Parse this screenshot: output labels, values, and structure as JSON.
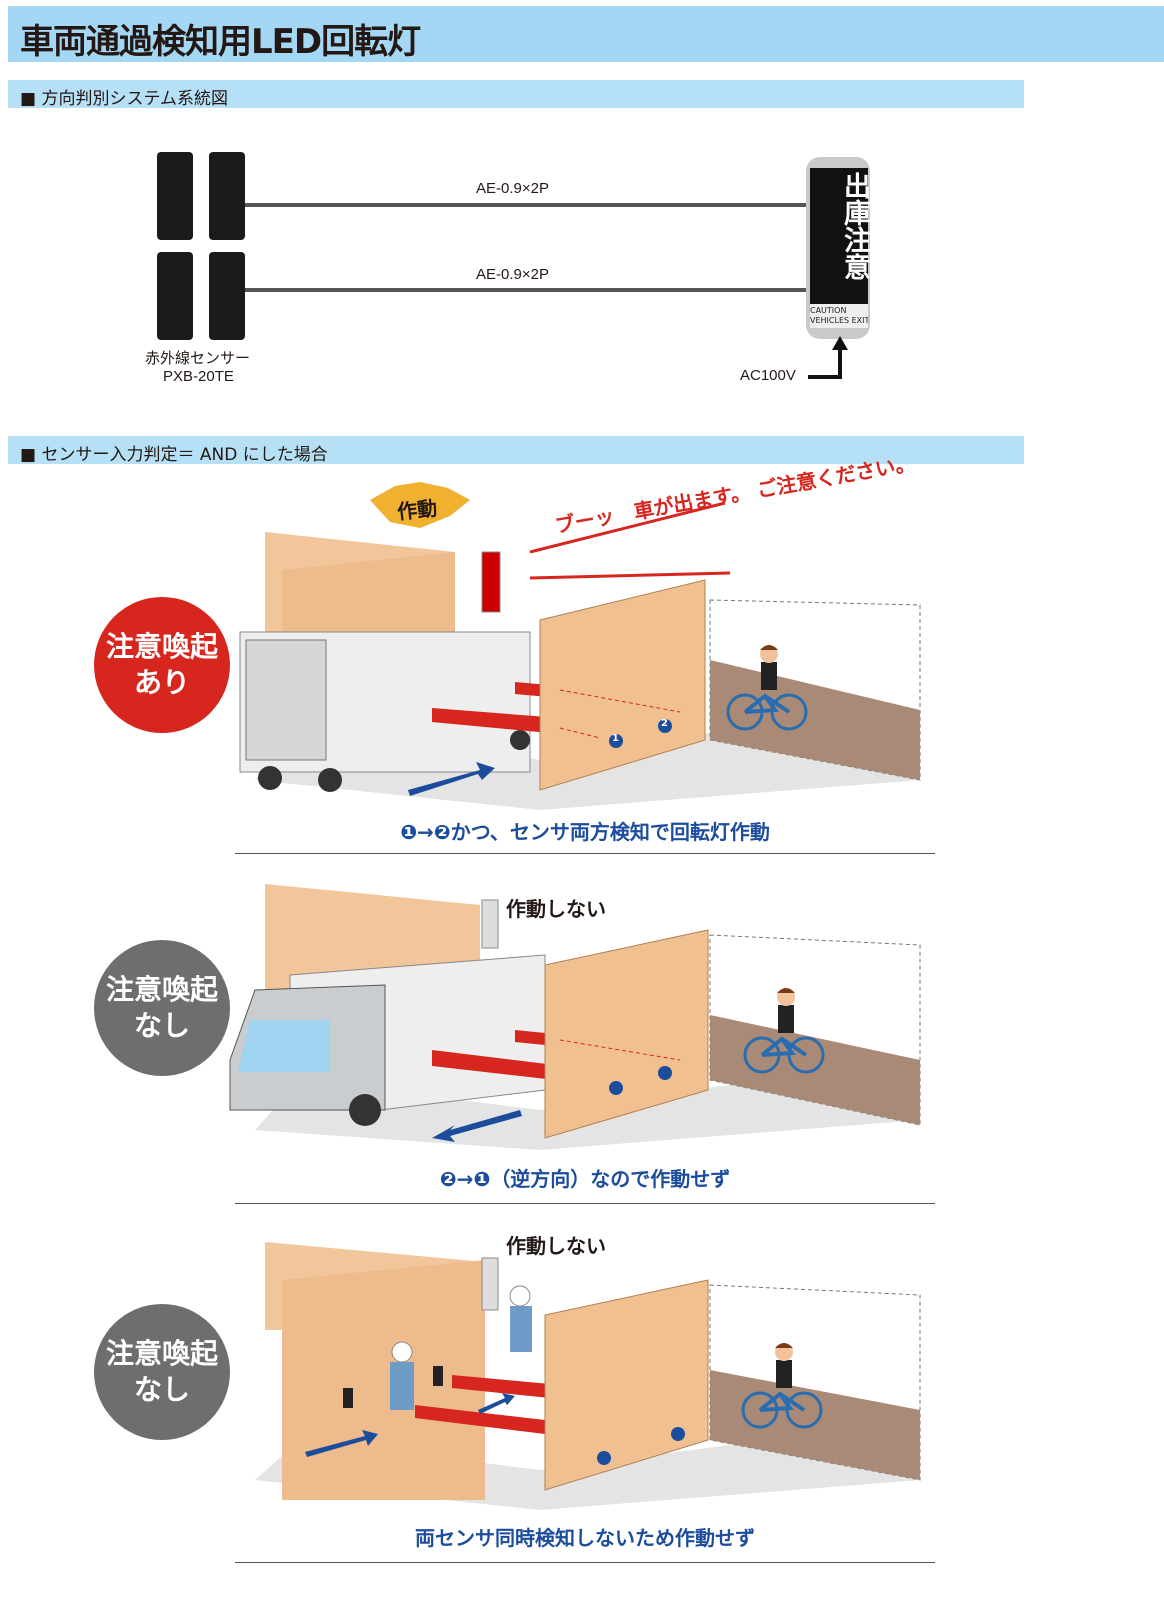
{
  "title": "車両通過検知用LED回転灯",
  "sections": {
    "system": "■ 方向判別システム系統図",
    "and": "■ センサー入力判定＝ AND にした場合"
  },
  "system_diagram": {
    "cable_top": "AE-0.9×2P",
    "cable_bottom": "AE-0.9×2P",
    "sensor_label": "赤外線センサー",
    "sensor_model": "PXB-20TE",
    "power": "AC100V",
    "lamp_text": "出庫注意",
    "lamp_caption_1": "CAUTION",
    "lamp_caption_2": "VEHICLES EXITING"
  },
  "scenes": [
    {
      "badge_line1": "注意喚起",
      "badge_line2": "あり",
      "badge_color": "#d7261e",
      "status": "作動",
      "announcement": "ブーッ　車が出ます。 ご注意ください。",
      "caption": "❶→❷かつ、センサ両方検知で回転灯作動"
    },
    {
      "badge_line1": "注意喚起",
      "badge_line2": "なし",
      "badge_color": "#6e6e6e",
      "status": "作動しない",
      "caption": "❷→❶（逆方向）なので作動せず"
    },
    {
      "badge_line1": "注意喚起",
      "badge_line2": "なし",
      "badge_color": "#6e6e6e",
      "status": "作動しない",
      "caption": "両センサ同時検知しないため作動せず"
    }
  ],
  "sensor_marks": {
    "one": "1",
    "two": "2"
  }
}
